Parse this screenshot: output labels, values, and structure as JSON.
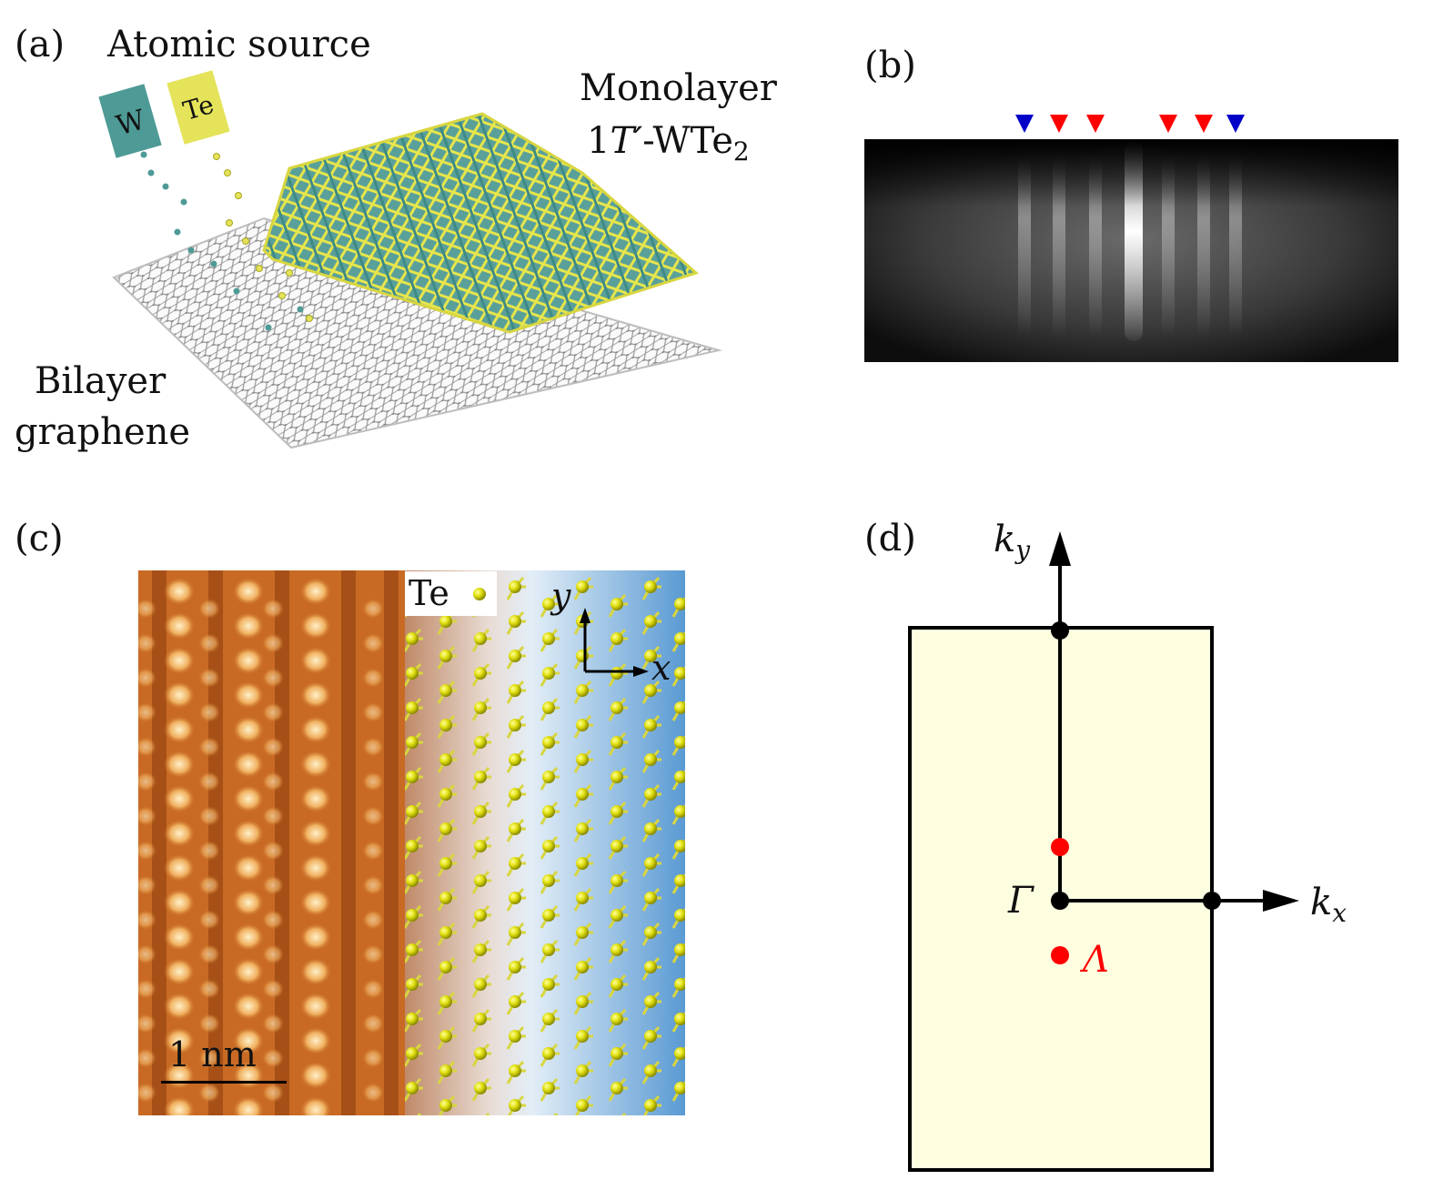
{
  "panel_a": {
    "label": "(a)",
    "source_title": "Atomic source",
    "source_w": "W",
    "source_te": "Te",
    "film_line1": "Monolayer",
    "film_line2_prefix": "1",
    "film_line2_T": "T′",
    "film_line2_suffix": "-WTe",
    "film_line2_sub": "2",
    "substrate_line1": "Bilayer",
    "substrate_line2": "graphene",
    "colors": {
      "w": "#4e9a96",
      "te": "#e4e35a",
      "carbon": "#b8b8b8"
    }
  },
  "panel_b": {
    "label": "(b)",
    "markers": [
      {
        "color": "#0000c8"
      },
      {
        "color": "#ff0000"
      },
      {
        "color": "#ff0000"
      },
      {
        "color": "#ff0000"
      },
      {
        "color": "#ff0000"
      },
      {
        "color": "#0000c8"
      }
    ]
  },
  "panel_c": {
    "label": "(c)",
    "legend_te": "Te",
    "axis_y": "y",
    "axis_x": "x",
    "scale_bar": "1 nm"
  },
  "panel_d": {
    "label": "(d)",
    "ky_k": "k",
    "ky_sub": "y",
    "kx_k": "k",
    "kx_sub": "x",
    "gamma": "Γ",
    "lambda": "Λ",
    "colors": {
      "bz_fill": "#fdfde0",
      "red": "#ff0000"
    }
  }
}
